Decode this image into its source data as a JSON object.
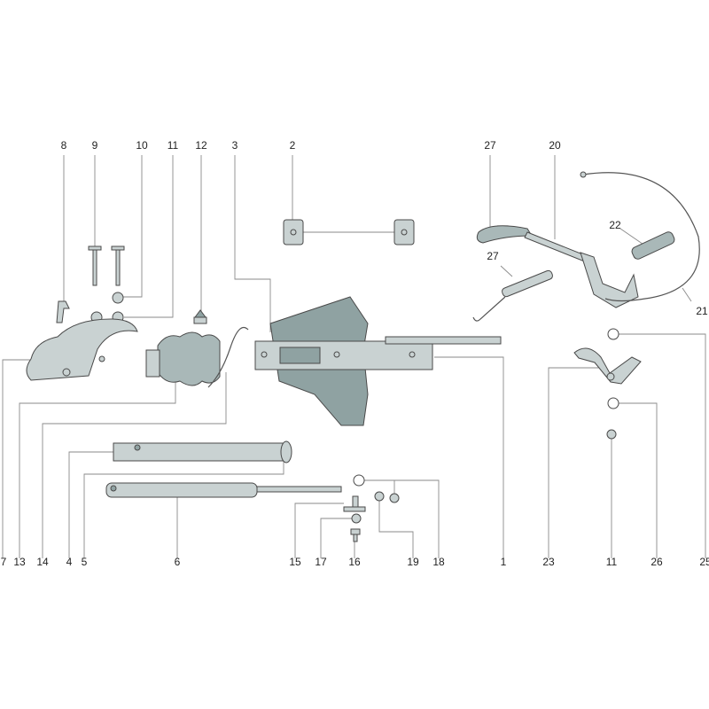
{
  "title": "Exploded parts diagram",
  "labels": {
    "p8": "8",
    "p9": "9",
    "p10": "10",
    "p11a": "11",
    "p12": "12",
    "p3": "3",
    "p2": "2",
    "p27a": "27",
    "p20": "20",
    "p22": "22",
    "p21": "21",
    "p27b": "27",
    "p7": "7",
    "p13": "13",
    "p14": "14",
    "p4": "4",
    "p5": "5",
    "p6": "6",
    "p15": "15",
    "p17": "17",
    "p16": "16",
    "p19": "19",
    "p18": "18",
    "p1": "1",
    "p23": "23",
    "p11b": "11",
    "p26": "26",
    "p25": "25"
  },
  "colors": {
    "part": "#c9d2d2",
    "plate": "#8fa2a2",
    "leader": "#8a8a8a"
  }
}
